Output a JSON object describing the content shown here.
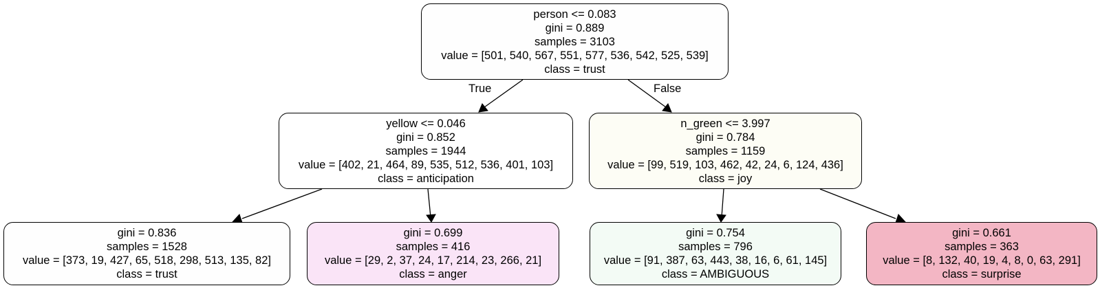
{
  "tree": {
    "nodes": [
      {
        "id": "n0",
        "lines": [
          "person <= 0.083",
          "gini = 0.889",
          "samples = 3103",
          "value = [501, 540, 567, 551, 577, 536, 542, 525, 539]",
          "class = trust"
        ],
        "fill": "#fefefe"
      },
      {
        "id": "n1",
        "lines": [
          "yellow <= 0.046",
          "gini = 0.852",
          "samples = 1944",
          "value = [402, 21, 464, 89, 535, 512, 536, 401, 103]",
          "class = anticipation"
        ],
        "fill": "#ffffff"
      },
      {
        "id": "n2",
        "lines": [
          "n_green <= 3.997",
          "gini = 0.784",
          "samples = 1159",
          "value = [99, 519, 103, 462, 42, 24, 6, 124, 436]",
          "class = joy"
        ],
        "fill": "#fdfdf5"
      },
      {
        "id": "n3",
        "lines": [
          "gini = 0.836",
          "samples = 1528",
          "value = [373, 19, 427, 65, 518, 298, 513, 135, 82]",
          "class = trust"
        ],
        "fill": "#fefefe"
      },
      {
        "id": "n4",
        "lines": [
          "gini = 0.699",
          "samples = 416",
          "value = [29, 2, 37, 24, 17, 214, 23, 266, 21]",
          "class = anger"
        ],
        "fill": "#fae4f7"
      },
      {
        "id": "n5",
        "lines": [
          "gini = 0.754",
          "samples = 796",
          "value = [91, 387, 63, 443, 38, 16, 6, 61, 145]",
          "class = AMBIGUOUS"
        ],
        "fill": "#f3fbf5"
      },
      {
        "id": "n6",
        "lines": [
          "gini = 0.661",
          "samples = 363",
          "value = [8, 132, 40, 19, 4, 8, 0, 63, 291]",
          "class = surprise"
        ],
        "fill": "#f3b6c4"
      }
    ],
    "edge_labels": {
      "true": "True",
      "false": "False"
    }
  }
}
